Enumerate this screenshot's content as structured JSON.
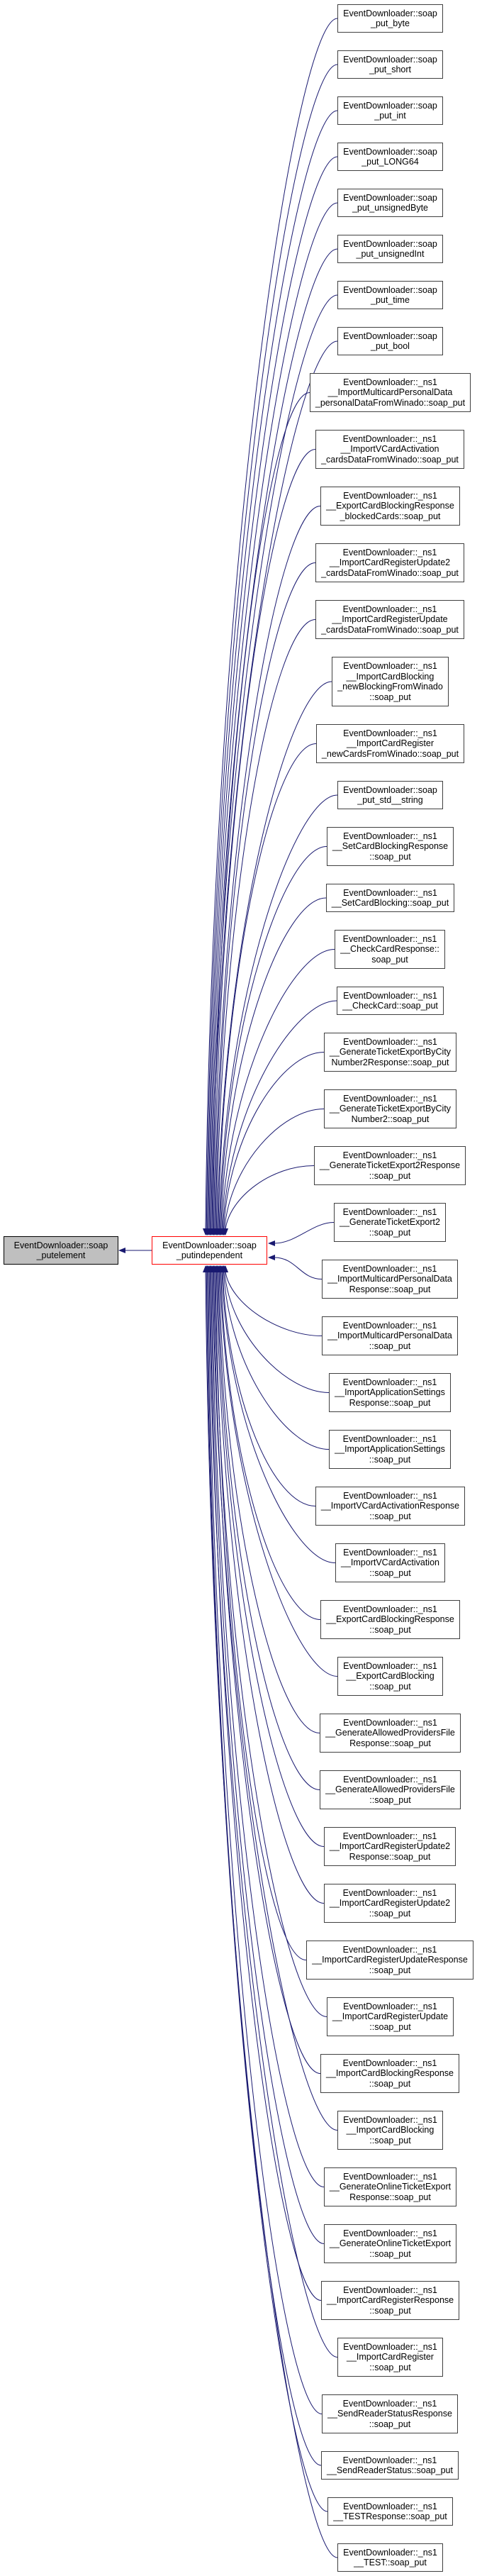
{
  "graph": {
    "type": "doxygen-caller-graph",
    "edge_color": "#191970",
    "root_node": {
      "label": "EventDownloader::soap\n_putelement",
      "fill": "#bfbfbf"
    },
    "focus_node": {
      "label": "EventDownloader::soap\n_putindependent",
      "border": "#ff0000"
    },
    "callers": [
      {
        "label": "EventDownloader::soap\n_put_byte"
      },
      {
        "label": "EventDownloader::soap\n_put_short"
      },
      {
        "label": "EventDownloader::soap\n_put_int"
      },
      {
        "label": "EventDownloader::soap\n_put_LONG64"
      },
      {
        "label": "EventDownloader::soap\n_put_unsignedByte"
      },
      {
        "label": "EventDownloader::soap\n_put_unsignedInt"
      },
      {
        "label": "EventDownloader::soap\n_put_time"
      },
      {
        "label": "EventDownloader::soap\n_put_bool"
      },
      {
        "label": "EventDownloader::_ns1\n__ImportMulticardPersonalData\n_personalDataFromWinado::soap_put"
      },
      {
        "label": "EventDownloader::_ns1\n__ImportVCardActivation\n_cardsDataFromWinado::soap_put"
      },
      {
        "label": "EventDownloader::_ns1\n__ExportCardBlockingResponse\n_blockedCards::soap_put"
      },
      {
        "label": "EventDownloader::_ns1\n__ImportCardRegisterUpdate2\n_cardsDataFromWinado::soap_put"
      },
      {
        "label": "EventDownloader::_ns1\n__ImportCardRegisterUpdate\n_cardsDataFromWinado::soap_put"
      },
      {
        "label": "EventDownloader::_ns1\n__ImportCardBlocking\n_newBlockingFromWinado\n::soap_put"
      },
      {
        "label": "EventDownloader::_ns1\n__ImportCardRegister\n_newCardsFromWinado::soap_put"
      },
      {
        "label": "EventDownloader::soap\n_put_std__string"
      },
      {
        "label": "EventDownloader::_ns1\n__SetCardBlockingResponse\n::soap_put"
      },
      {
        "label": "EventDownloader::_ns1\n__SetCardBlocking::soap_put"
      },
      {
        "label": "EventDownloader::_ns1\n__CheckCardResponse::\nsoap_put"
      },
      {
        "label": "EventDownloader::_ns1\n__CheckCard::soap_put"
      },
      {
        "label": "EventDownloader::_ns1\n__GenerateTicketExportByCity\nNumber2Response::soap_put"
      },
      {
        "label": "EventDownloader::_ns1\n__GenerateTicketExportByCity\nNumber2::soap_put"
      },
      {
        "label": "EventDownloader::_ns1\n__GenerateTicketExport2Response\n::soap_put"
      },
      {
        "label": "EventDownloader::_ns1\n__GenerateTicketExport2\n::soap_put"
      },
      {
        "label": "EventDownloader::_ns1\n__ImportMulticardPersonalData\nResponse::soap_put"
      },
      {
        "label": "EventDownloader::_ns1\n__ImportMulticardPersonalData\n::soap_put"
      },
      {
        "label": "EventDownloader::_ns1\n__ImportApplicationSettings\nResponse::soap_put"
      },
      {
        "label": "EventDownloader::_ns1\n__ImportApplicationSettings\n::soap_put"
      },
      {
        "label": "EventDownloader::_ns1\n__ImportVCardActivationResponse\n::soap_put"
      },
      {
        "label": "EventDownloader::_ns1\n__ImportVCardActivation\n::soap_put"
      },
      {
        "label": "EventDownloader::_ns1\n__ExportCardBlockingResponse\n::soap_put"
      },
      {
        "label": "EventDownloader::_ns1\n__ExportCardBlocking\n::soap_put"
      },
      {
        "label": "EventDownloader::_ns1\n__GenerateAllowedProvidersFile\nResponse::soap_put"
      },
      {
        "label": "EventDownloader::_ns1\n__GenerateAllowedProvidersFile\n::soap_put"
      },
      {
        "label": "EventDownloader::_ns1\n__ImportCardRegisterUpdate2\nResponse::soap_put"
      },
      {
        "label": "EventDownloader::_ns1\n__ImportCardRegisterUpdate2\n::soap_put"
      },
      {
        "label": "EventDownloader::_ns1\n__ImportCardRegisterUpdateResponse\n::soap_put"
      },
      {
        "label": "EventDownloader::_ns1\n__ImportCardRegisterUpdate\n::soap_put"
      },
      {
        "label": "EventDownloader::_ns1\n__ImportCardBlockingResponse\n::soap_put"
      },
      {
        "label": "EventDownloader::_ns1\n__ImportCardBlocking\n::soap_put"
      },
      {
        "label": "EventDownloader::_ns1\n__GenerateOnlineTicketExport\nResponse::soap_put"
      },
      {
        "label": "EventDownloader::_ns1\n__GenerateOnlineTicketExport\n::soap_put"
      },
      {
        "label": "EventDownloader::_ns1\n__ImportCardRegisterResponse\n::soap_put"
      },
      {
        "label": "EventDownloader::_ns1\n__ImportCardRegister\n::soap_put"
      },
      {
        "label": "EventDownloader::_ns1\n__SendReaderStatusResponse\n::soap_put"
      },
      {
        "label": "EventDownloader::_ns1\n__SendReaderStatus::soap_put"
      },
      {
        "label": "EventDownloader::_ns1\n__TESTResponse::soap_put"
      },
      {
        "label": "EventDownloader::_ns1\n__TEST::soap_put"
      }
    ]
  }
}
